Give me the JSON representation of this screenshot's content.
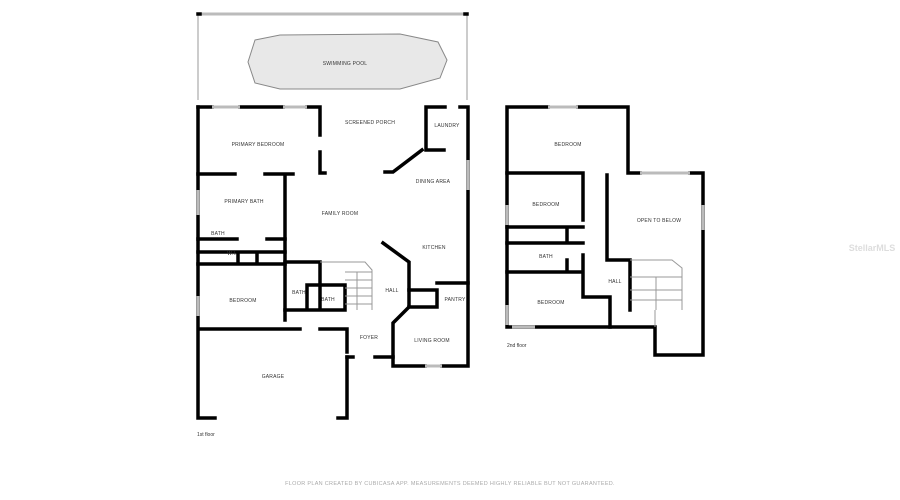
{
  "first_floor": {
    "label": "1st floor",
    "rooms": {
      "pool": "SWIMMING POOL",
      "porch": "SCREENED PORCH",
      "laundry": "LAUNDRY",
      "primary_bedroom": "PRIMARY BEDROOM",
      "dining": "DINING AREA",
      "primary_bath": "PRIMARY BATH",
      "family_room": "FAMILY ROOM",
      "bath1": "BATH",
      "kitchen": "KITCHEN",
      "wic": "W.I.",
      "bedroom": "BEDROOM",
      "bath2": "BATH",
      "bath3": "BATH",
      "hall": "HALL",
      "pantry": "PANTRY",
      "foyer": "FOYER",
      "living_room": "LIVING ROOM",
      "garage": "GARAGE"
    }
  },
  "second_floor": {
    "label": "2nd floor",
    "rooms": {
      "bedroom1": "BEDROOM",
      "bedroom2": "BEDROOM",
      "open": "OPEN TO BELOW",
      "bath": "BATH",
      "hall": "HALL",
      "bedroom3": "BEDROOM"
    }
  },
  "watermark": "StellarMLS",
  "footer": "FLOOR PLAN CREATED BY CUBICASA APP. MEASUREMENTS DEEMED HIGHLY RELIABLE BUT NOT GUARANTEED."
}
